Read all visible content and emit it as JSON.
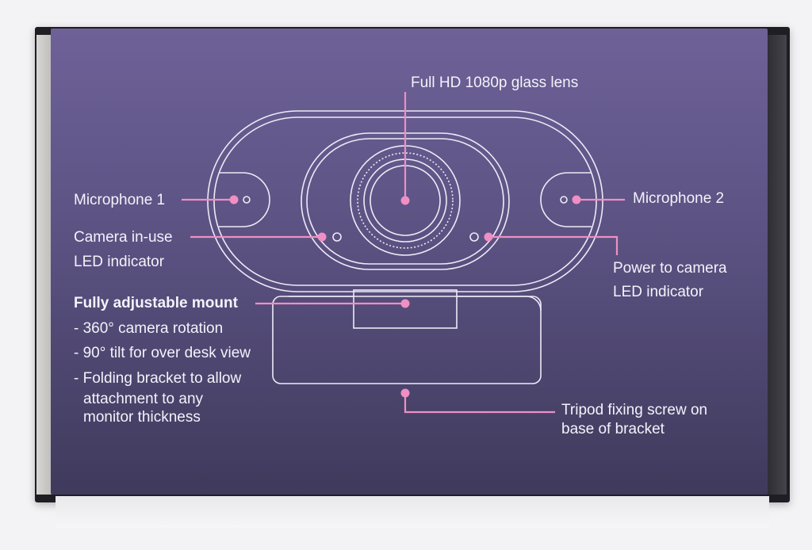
{
  "callouts": {
    "lens": "Full HD 1080p glass lens",
    "mic1": "Microphone 1",
    "mic2": "Microphone 2",
    "camera_led_line1": "Camera in-use",
    "camera_led_line2": "LED indicator",
    "power_led_line1": "Power to camera",
    "power_led_line2": "LED indicator",
    "tripod_line1": "Tripod fixing screw on",
    "tripod_line2": "base of bracket"
  },
  "mount": {
    "heading": "Fully adjustable mount",
    "features": [
      "- 360° camera rotation",
      "- 90° tilt for over desk view",
      "- Folding bracket to allow",
      "attachment to any",
      "monitor thickness"
    ]
  },
  "colors": {
    "box_purple": "#6e6198",
    "callout_pink": "#ef8fc4",
    "line_art": "#eeeaf6"
  }
}
